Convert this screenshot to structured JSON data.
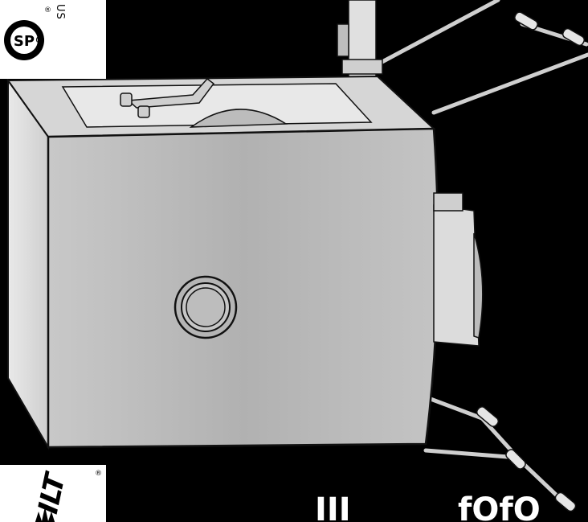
{
  "certification": {
    "mark": "SP",
    "suffix": "US",
    "prefix": "C",
    "registered": "®"
  },
  "brand": {
    "partial_wordmark": "ILT",
    "registered": "®"
  },
  "bottom_text_fragments": [
    "III",
    "fOfO"
  ],
  "colors": {
    "background": "#000000",
    "panel_front": "#b3b3b3",
    "panel_side": "#dadada",
    "outline": "#111111"
  }
}
